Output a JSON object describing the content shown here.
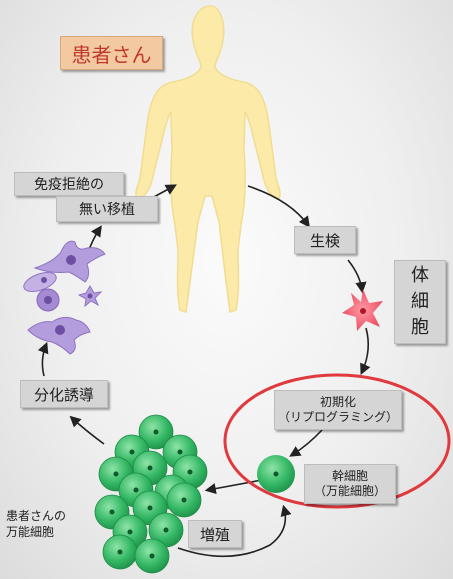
{
  "labels": {
    "patient": "患者さん",
    "somatic_cell": [
      "体",
      "細",
      "胞"
    ],
    "biopsy": "生検",
    "reprogramming": [
      "初期化",
      "（リプログラミング）"
    ],
    "stem_cell": [
      "幹細胞",
      "（万能細胞）"
    ],
    "proliferation": "増殖",
    "patient_pluripotent": [
      "患者さんの",
      "万能細胞"
    ],
    "differentiation": "分化誘導",
    "transplant": [
      "免疫拒絶の",
      "無い移植"
    ]
  },
  "colors": {
    "body": "#fbeaa8",
    "patient_box": "#f2c9a0",
    "patient_text": "#c0392b",
    "ring": "#e0393e",
    "stem_cell": "#3fbf6e",
    "somatic_cell": "#ee5566",
    "differentiated_cell": "#a58bd1"
  }
}
